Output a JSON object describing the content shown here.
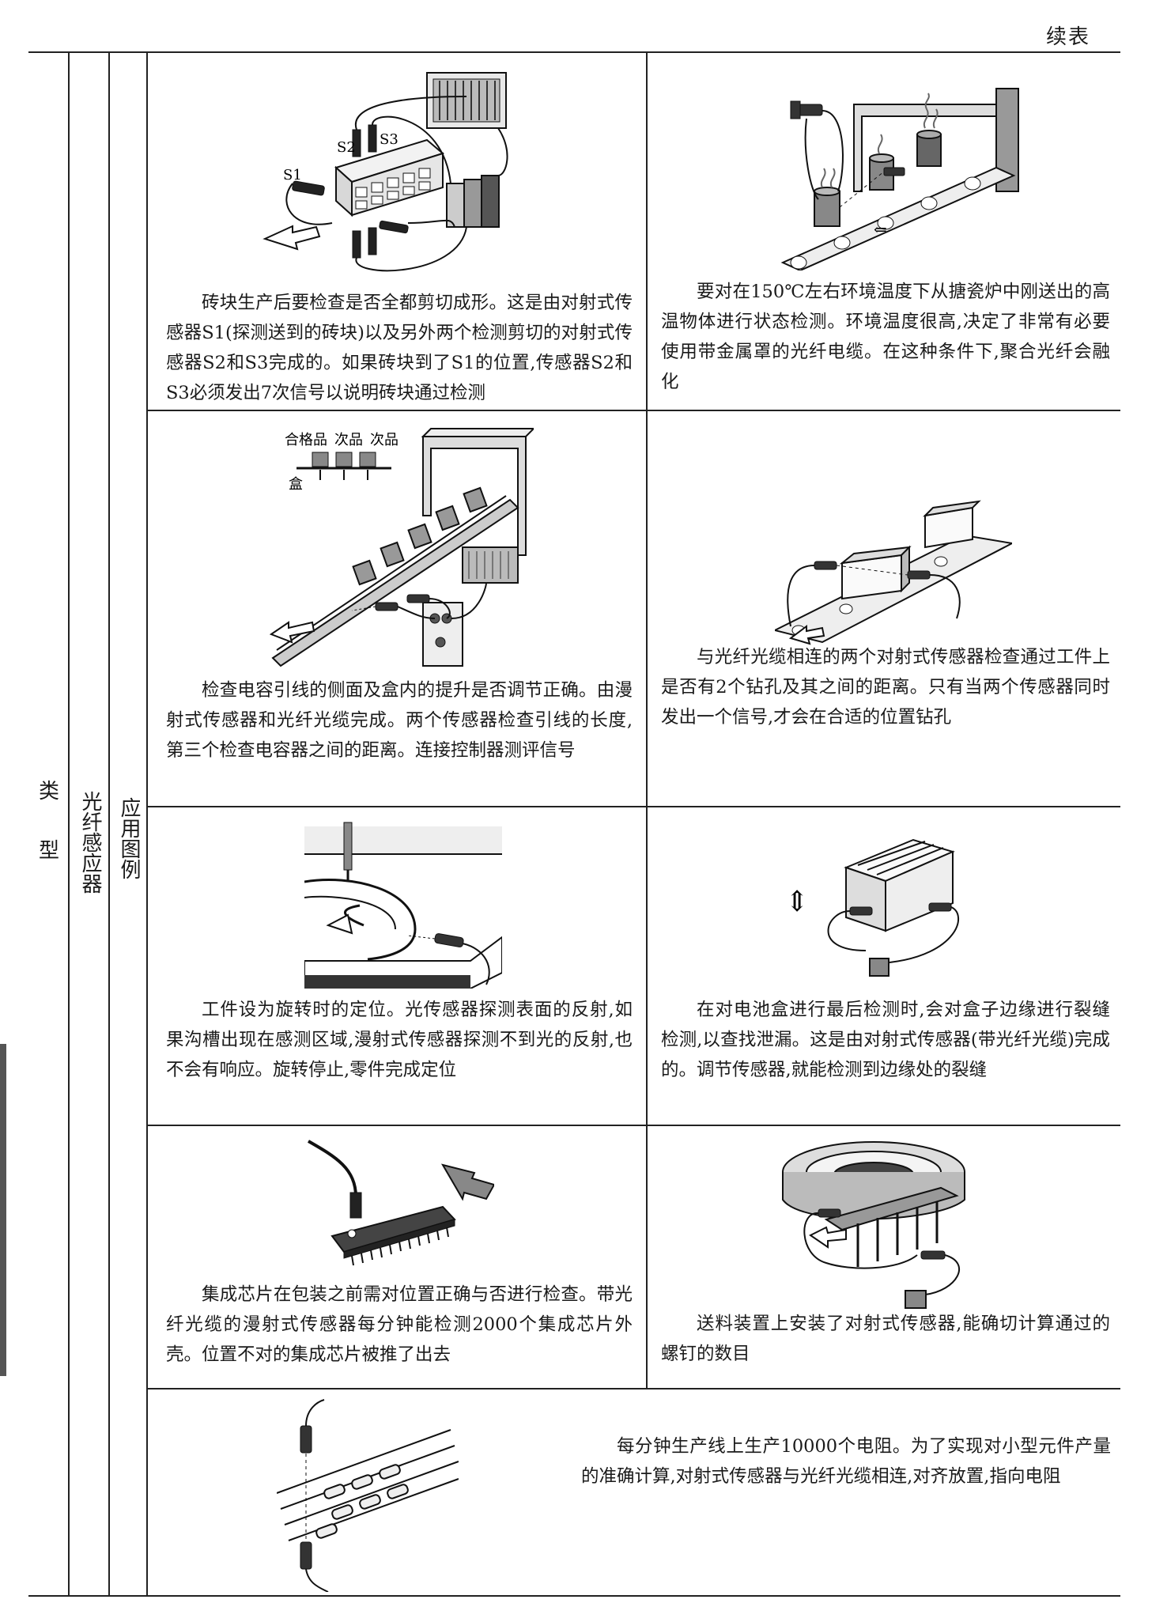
{
  "page_header": "续表",
  "left_labels": {
    "col1": [
      "类",
      "型"
    ],
    "col2": "光纤感应器",
    "col3": "应用图例"
  },
  "cells": [
    {
      "text": "砖块生产后要检查是否全都剪切成形。这是由对射式传感器S1(探测送到的砖块)以及另外两个检测剪切的对射式传感器S2和S3完成的。如果砖块到了S1的位置,传感器S2和S3必须发出7次信号以说明砖块通过检测",
      "fig_labels": [
        "S1",
        "S2",
        "S3"
      ]
    },
    {
      "text": "要对在150℃左右环境温度下从搪瓷炉中刚送出的高温物体进行状态检测。环境温度很高,决定了非常有必要使用带金属罩的光纤电缆。在这种条件下,聚合光纤会融化"
    },
    {
      "text": "检查电容引线的侧面及盒内的提升是否调节正确。由漫射式传感器和光纤光缆完成。两个传感器检查引线的长度,第三个检查电容器之间的距离。连接控制器测评信号",
      "fig_labels": [
        "合格品",
        "次品",
        "次品",
        "盒"
      ]
    },
    {
      "text": "与光纤光缆相连的两个对射式传感器检查通过工件上是否有2个钻孔及其之间的距离。只有当两个传感器同时发出一个信号,才会在合适的位置钻孔"
    },
    {
      "text": "工件设为旋转时的定位。光传感器探测表面的反射,如果沟槽出现在感测区域,漫射式传感器探测不到光的反射,也不会有响应。旋转停止,零件完成定位"
    },
    {
      "text": "在对电池盒进行最后检测时,会对盒子边缘进行裂缝检测,以查找泄漏。这是由对射式传感器(带光纤光缆)完成的。调节传感器,就能检测到边缘处的裂缝"
    },
    {
      "text": "集成芯片在包装之前需对位置正确与否进行检查。带光纤光缆的漫射式传感器每分钟能检测2000个集成芯片外壳。位置不对的集成芯片被推了出去"
    },
    {
      "text": "送料装置上安装了对射式传感器,能确切计算通过的螺钉的数目"
    },
    {
      "text": "每分钟生产线上生产10000个电阻。为了实现对小型元件产量的准确计算,对射式传感器与光纤光缆相连,对齐放置,指向电阻"
    }
  ]
}
